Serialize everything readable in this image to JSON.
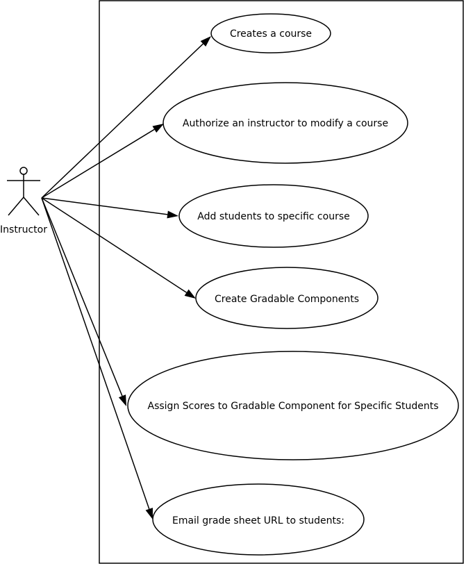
{
  "actor": {
    "label": "Instructor",
    "icon": "stick-figure-icon"
  },
  "use_cases": [
    {
      "id": "create-course",
      "label": "Creates a course"
    },
    {
      "id": "authorize-instructor",
      "label": "Authorize an instructor to modify a course"
    },
    {
      "id": "add-students",
      "label": "Add students to specific course"
    },
    {
      "id": "create-gradable-components",
      "label": "Create Gradable Components"
    },
    {
      "id": "assign-scores",
      "label": "Assign Scores to Gradable Component for Specific Students"
    },
    {
      "id": "email-grade-sheet",
      "label": "Email grade sheet URL to students:"
    }
  ]
}
